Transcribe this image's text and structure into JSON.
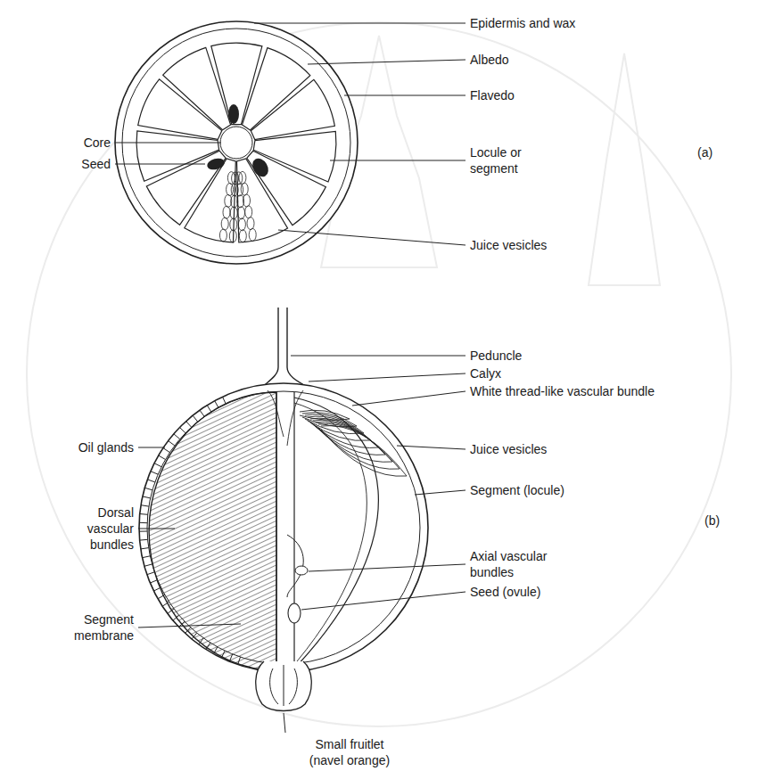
{
  "diagram": {
    "labels": [
      "Epidermis and wax",
      "Albedo",
      "Flavedo",
      "Core",
      "Seed",
      "Locule or segment",
      "(a)",
      "Juice vesicles",
      "Peduncle",
      "Calyx",
      "White thread-like vascular bundle",
      "Oil glands",
      "Juice vesicles",
      "Segment (locule)",
      "Dorsal vascular bundles",
      "(b)",
      "Axial vascular bundles",
      "Seed (ovule)",
      "Segment membrane",
      "Small fruitlet (navel orange)"
    ]
  }
}
